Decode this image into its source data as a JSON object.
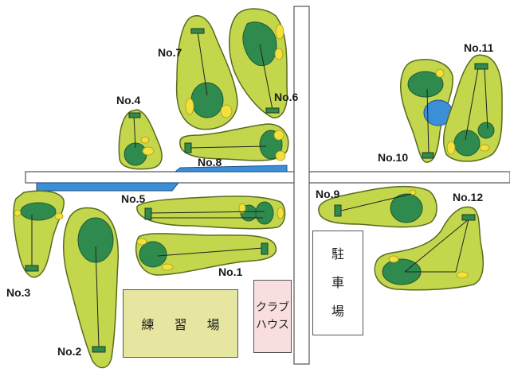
{
  "holes": [
    {
      "label": "No.1",
      "par_hint": ""
    },
    {
      "label": "No.2",
      "par_hint": ""
    },
    {
      "label": "No.3",
      "par_hint": ""
    },
    {
      "label": "No.4",
      "par_hint": ""
    },
    {
      "label": "No.5",
      "par_hint": ""
    },
    {
      "label": "No.6",
      "par_hint": ""
    },
    {
      "label": "No.7",
      "par_hint": ""
    },
    {
      "label": "No.8",
      "par_hint": ""
    },
    {
      "label": "No.9",
      "par_hint": ""
    },
    {
      "label": "No.10",
      "par_hint": ""
    },
    {
      "label": "No.11",
      "par_hint": ""
    },
    {
      "label": "No.12",
      "par_hint": ""
    }
  ],
  "buildings": {
    "practice_range": "練 習 場",
    "clubhouse_line1": "クラブ",
    "clubhouse_line2": "ハウス",
    "parking_line1": "駐",
    "parking_line2": "車",
    "parking_line3": "場"
  },
  "colors": {
    "fairway": "#c3d64c",
    "green": "#2f8a4e",
    "bunker": "#f2e13c",
    "water": "#3b8fd6",
    "tee": "#2f8a4e",
    "road_border": "#555555",
    "practice_range": "#e6e6a0",
    "clubhouse": "#f8dede"
  }
}
